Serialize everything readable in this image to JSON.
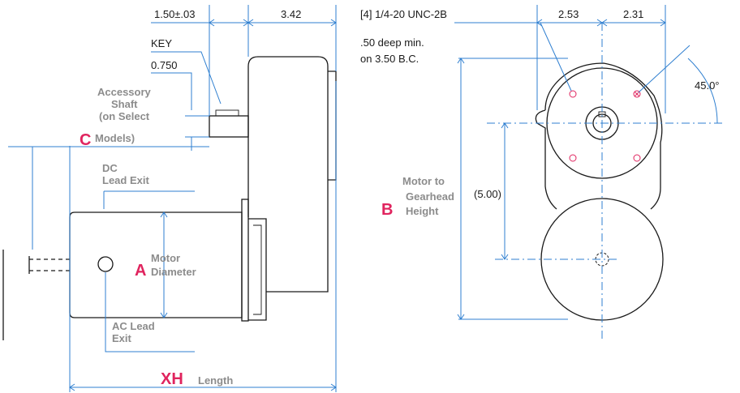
{
  "dimensions": {
    "shaft_extension": "1.50±.03",
    "motor_depth": "3.42",
    "key": "KEY",
    "shaft_dia": "0.750",
    "thread_spec": "[4] 1/4-20 UNC-2B",
    "thread_depth": ".50 deep min.",
    "bolt_circle": "on 3.50 B.C.",
    "right_offset_a": "2.53",
    "right_offset_b": "2.31",
    "angle": "45.0°",
    "center_distance": "(5.00)"
  },
  "callouts": {
    "accessory_shaft": [
      "Accessory",
      "Shaft",
      "(on Select",
      "Models)"
    ],
    "dc_lead_exit": [
      "DC",
      "Lead Exit"
    ],
    "ac_lead_exit": [
      "AC Lead",
      "Exit"
    ],
    "motor_diameter": [
      "Motor",
      "Diameter"
    ],
    "motor_to_gearhead": [
      "Motor to",
      "Gearhead",
      "Height"
    ],
    "length": "Length"
  },
  "letters": {
    "a": "A",
    "b": "B",
    "c": "C",
    "xh": "XH"
  },
  "colors": {
    "ink": "#1a1a1a",
    "dimension": "#2f7fd0",
    "highlight": "#e0245e",
    "note": "#8c8c8c"
  }
}
